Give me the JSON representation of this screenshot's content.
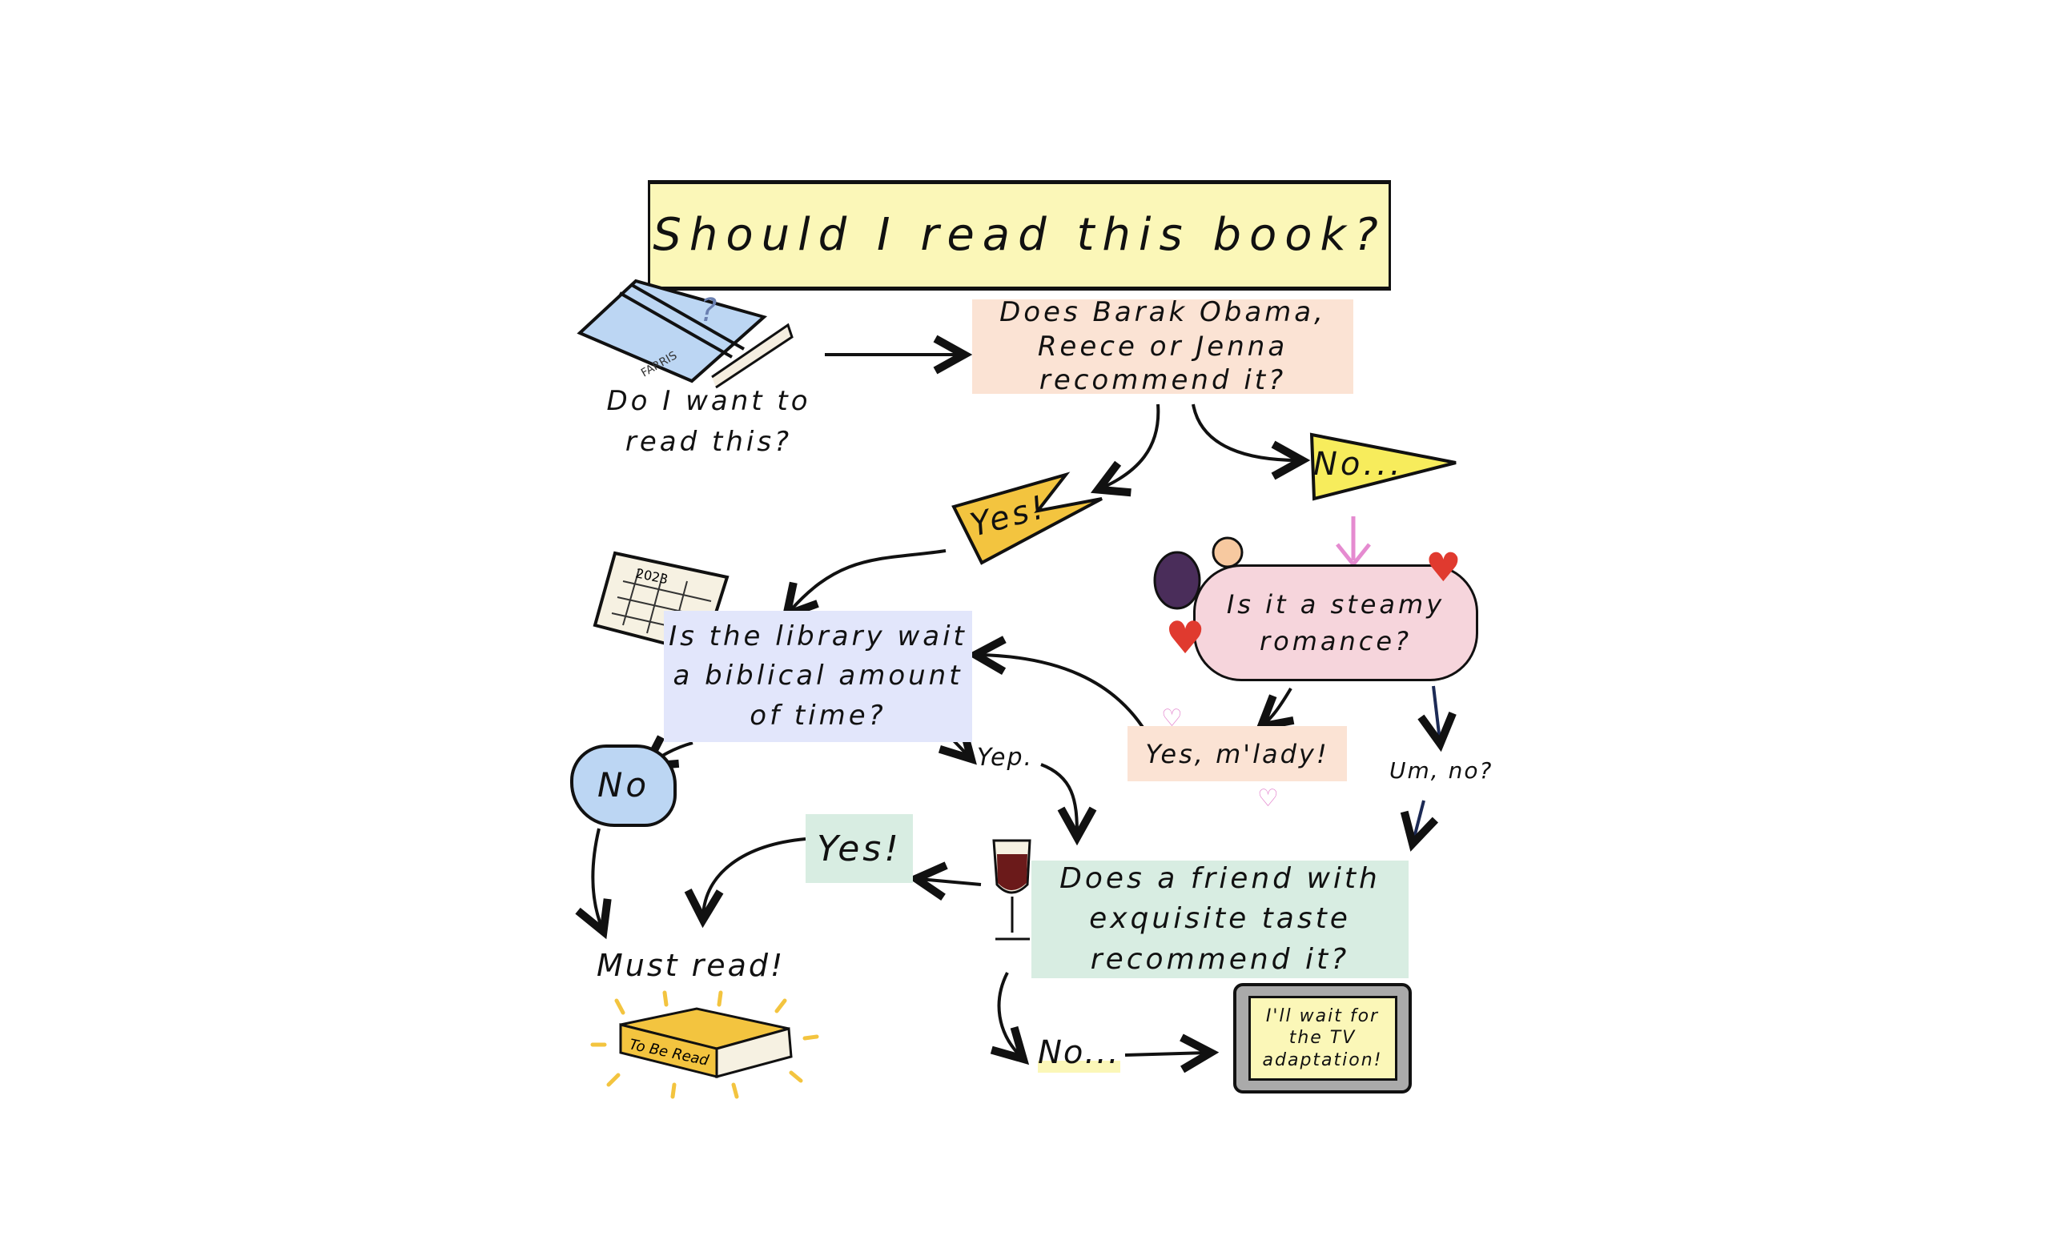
{
  "title": "Should I read this book?",
  "start": {
    "book_label": "FARRIS",
    "question": "Do I want to read this?"
  },
  "celebrity": {
    "question": "Does Barak Obama, Reece or Jenna recommend it?",
    "yes": "Yes!",
    "no": "No..."
  },
  "library": {
    "calendar_year": "2023",
    "question": "Is the library wait a biblical amount of time?",
    "no": "No",
    "yes": "Yep."
  },
  "romance": {
    "question": "Is it a steamy romance?",
    "yes": "Yes, m'lady!",
    "no": "Um, no?"
  },
  "friend": {
    "question": "Does a friend with exquisite taste recommend it?",
    "yes": "Yes!",
    "no": "No..."
  },
  "outcomes": {
    "must_read": "Must read!",
    "tbr_book": "To Be Read",
    "tv": "I'll wait for the TV adaptation!"
  },
  "colors": {
    "title_bg": "#fbf7b8",
    "peach": "#fbe3d4",
    "lavender": "#e2e6fb",
    "mint": "#d8ede2",
    "yellow": "#f7ec5c",
    "orange": "#f3c43f",
    "blue": "#bcd6f3",
    "pink": "#f6d5dc"
  }
}
